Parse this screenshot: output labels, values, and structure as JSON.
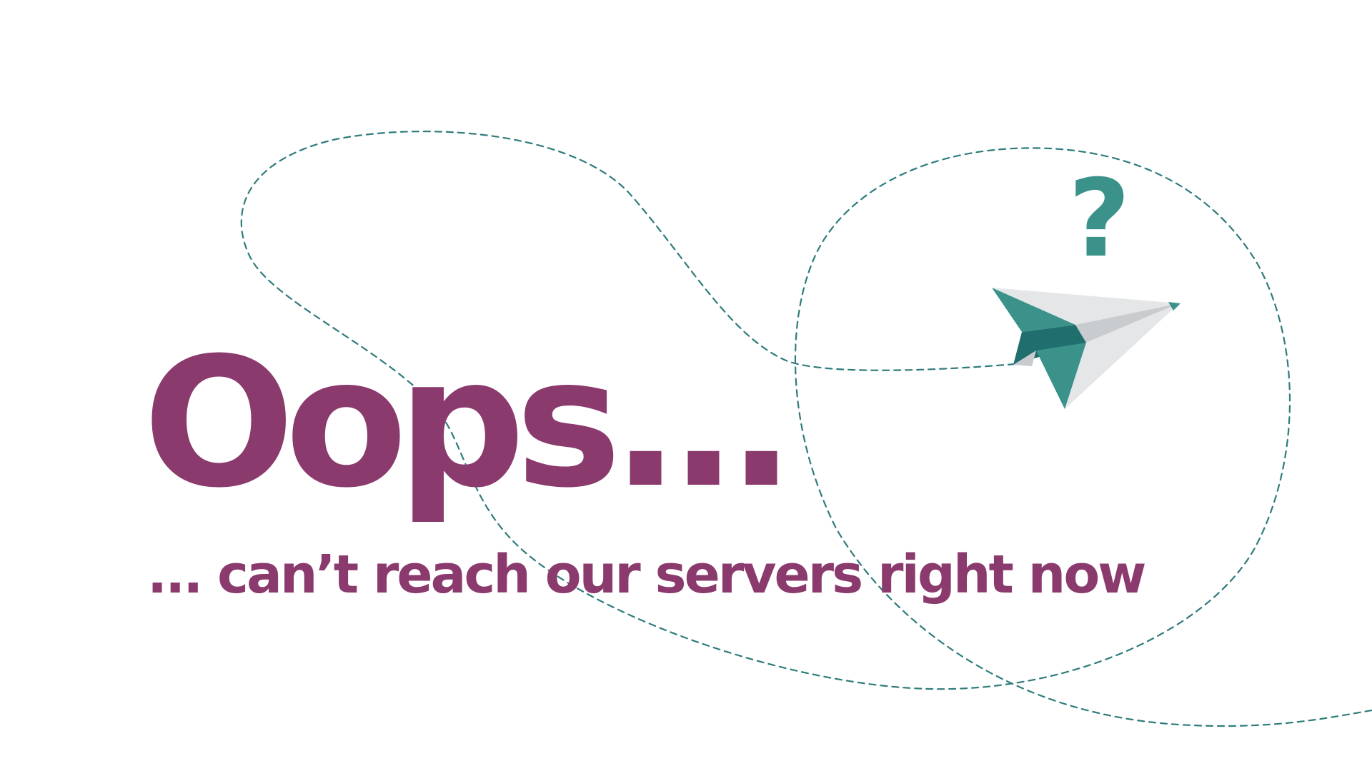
{
  "headline": "Oops...",
  "subline": "... can’t reach our servers right now",
  "question_mark": "?",
  "illustration": {
    "icon": "paper-plane-icon",
    "path_style": "dashed loop"
  },
  "colors": {
    "brand_purple": "#8b3a6e",
    "teal": "#3a928b",
    "teal_dark": "#216e6f",
    "paper_light": "#e4e6e8",
    "paper_shadow": "#c9cccf",
    "path": "#2f7b7b",
    "background": "#ffffff"
  }
}
